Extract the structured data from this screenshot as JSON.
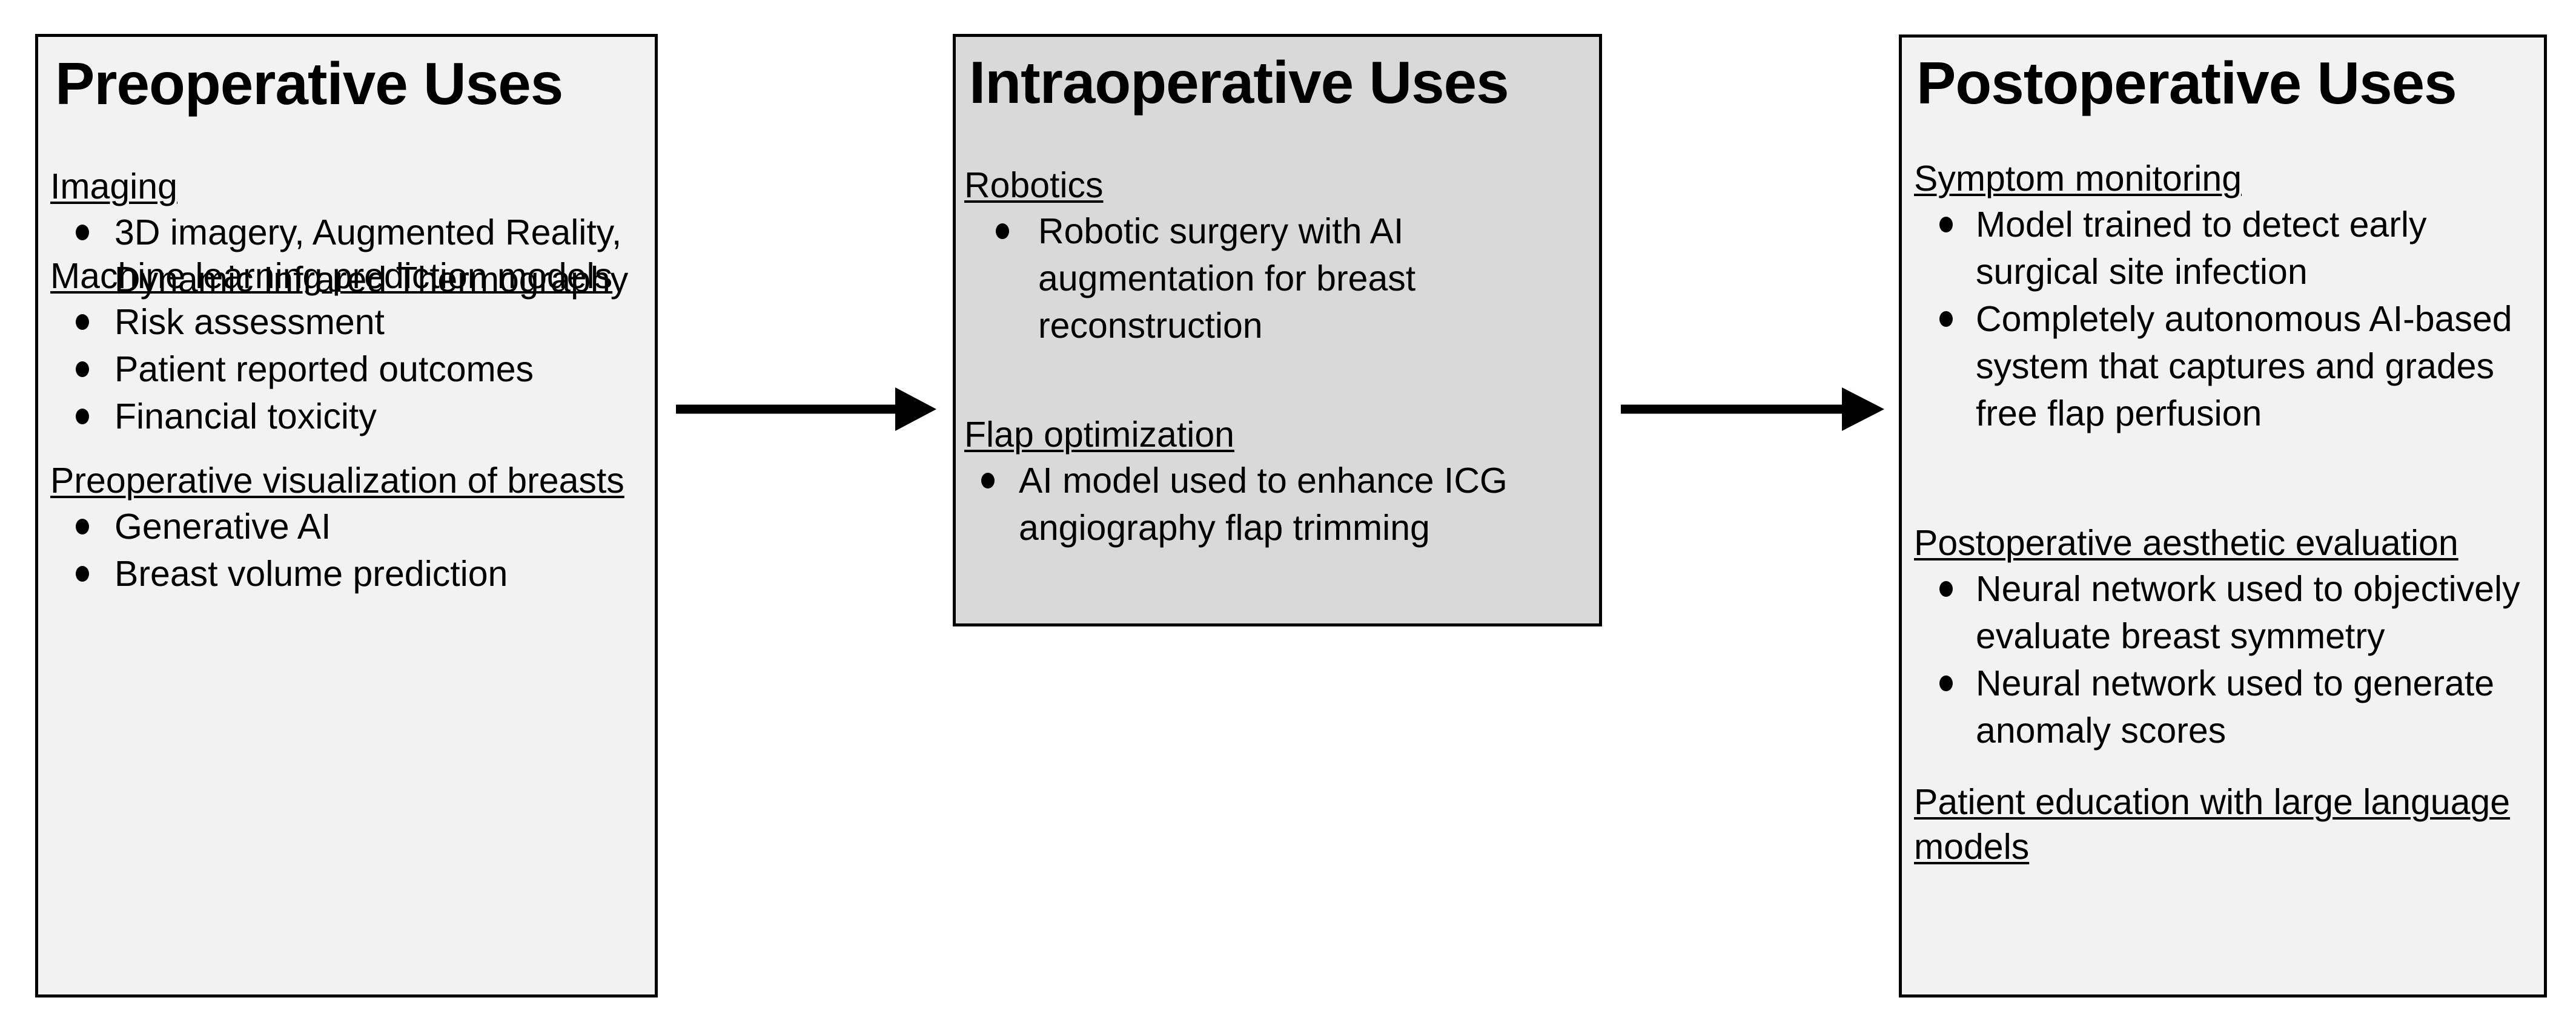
{
  "figure": {
    "background": "#ffffff",
    "border_color": "#000000",
    "panel_fill_light": "#f2f2f2",
    "panel_fill_gray": "#d9d9d9"
  },
  "panels": [
    {
      "id": "preoperative",
      "title": "Preoperative Uses",
      "fill": "#f2f2f2",
      "sections": [
        {
          "heading": "Imaging",
          "bullets": [
            "3D imagery, Augmented Reality, Dynamic Infrared Thermography"
          ]
        },
        {
          "heading": "Machine learning prediction models",
          "bullets": [
            "Risk assessment",
            "Patient reported outcomes",
            "Financial toxicity"
          ]
        },
        {
          "heading": "Preoperative visualization of breasts",
          "bullets": [
            "Generative AI",
            "Breast volume prediction"
          ]
        }
      ]
    },
    {
      "id": "intraoperative",
      "title": "Intraoperative Uses",
      "fill": "#d9d9d9",
      "sections": [
        {
          "heading": "Robotics",
          "bullets": [
            "Robotic surgery with AI augmentation for breast reconstruction"
          ]
        },
        {
          "heading": "Flap optimization",
          "bullets": [
            "AI model used to enhance ICG angiography flap trimming"
          ]
        }
      ]
    },
    {
      "id": "postoperative",
      "title": "Postoperative Uses",
      "fill": "#f2f2f2",
      "sections": [
        {
          "heading": "Symptom monitoring",
          "bullets": [
            "Model trained to detect early surgical site infection",
            "Completely autonomous AI-based system that captures and grades free flap perfusion"
          ]
        },
        {
          "heading": "Postoperative aesthetic evaluation",
          "bullets": [
            "Neural network used to objectively evaluate breast symmetry",
            "Neural network used to generate anomaly scores"
          ]
        },
        {
          "heading": "Patient education with large language models",
          "bullets": []
        }
      ]
    }
  ],
  "connectors": [
    {
      "id": "arrow-preop-to-intraop",
      "icon": "right-arrow-icon",
      "from": "preoperative",
      "to": "intraoperative"
    },
    {
      "id": "arrow-intraop-to-postop",
      "icon": "right-arrow-icon",
      "from": "intraoperative",
      "to": "postoperative"
    }
  ]
}
